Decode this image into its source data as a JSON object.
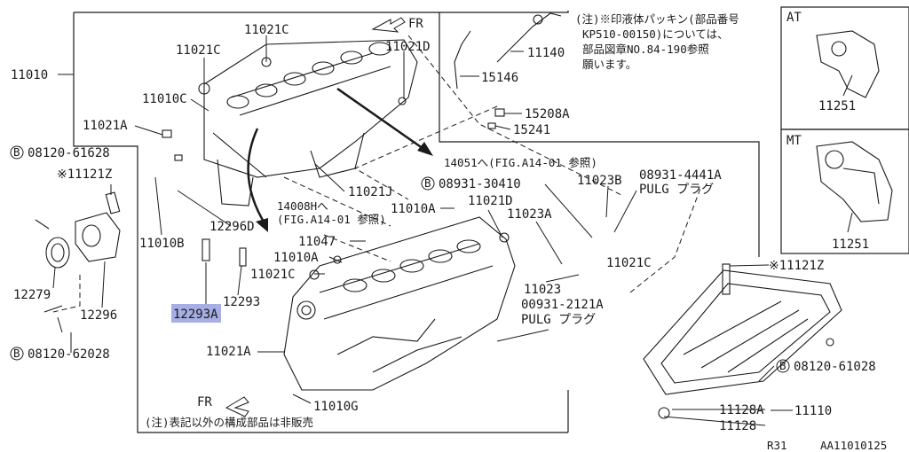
{
  "parts": {
    "p11010": "11010",
    "p11021C_a": "11021C",
    "p11021C_b": "11021C",
    "p11021D_a": "11021D",
    "p11010C": "11010C",
    "p11021A_a": "11021A",
    "p08120_61628": "08120-61628",
    "p11121Z_a": "※11121Z",
    "p11140": "11140",
    "p15146": "15146",
    "p15208A": "15208A",
    "p15241": "15241",
    "p11021J": "11021J",
    "p14051": "14051へ(FIG.A14-01 参照)",
    "p14008H_1": "14008Hへ",
    "p14008H_2": "(FIG.A14-01 参照)",
    "p12296D": "12296D",
    "p11010B": "11010B",
    "p12279": "12279",
    "p12296": "12296",
    "p08120_62028": "08120-62028",
    "p12293": "12293",
    "p12293A": "12293A",
    "p08931_30410": "08931-30410",
    "p11010A_a": "11010A",
    "p11021D_b": "11021D",
    "p11023B": "11023B",
    "p08931_4441A": "08931-4441A",
    "p_pulg1": "PULG プラグ",
    "p11023A": "11023A",
    "p11047": "11047",
    "p11010A_b": "11010A",
    "p11021C_c": "11021C",
    "p11021C_d": "11021C",
    "p11023": "11023",
    "p00931_2121A": "00931-2121A",
    "p_pulg2": "PULG プラグ",
    "p11021A_b": "11021A",
    "p11010G": "11010G",
    "p11121Z_b": "※11121Z",
    "p08120_61028": "08120-61028",
    "p11128A": "11128A",
    "p11110": "11110",
    "p11128": "11128",
    "p11251_at": "11251",
    "p11251_mt": "11251"
  },
  "markers": {
    "bolt": "B"
  },
  "note_top": {
    "line1": "(注)※印液体パッキン(部品番号",
    "line2": "KP510-00150)については、",
    "line3": "部品図章NO.84-190参照",
    "line4": "願います。"
  },
  "note_bottom": "(注)表記以外の構成部品は非販売",
  "direction": {
    "fr_top": "FR",
    "fr_bottom": "FR"
  },
  "panels": {
    "at_label": "AT",
    "mt_label": "MT"
  },
  "footer": {
    "model": "R31",
    "diagram_id": "AA11010125"
  },
  "colors": {
    "line": "#1a1a1a",
    "highlight": "#a7aee3"
  }
}
